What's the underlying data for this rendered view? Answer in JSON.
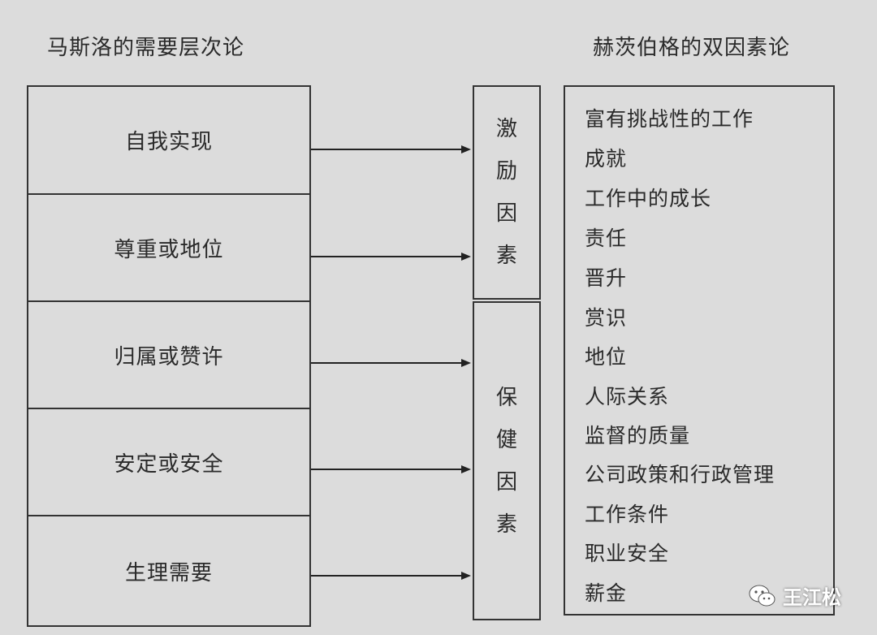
{
  "left_title": "马斯洛的需要层次论",
  "right_title": "赫茨伯格的双因素论",
  "maslow_levels": [
    "自我实现",
    "尊重或地位",
    "归属或赞许",
    "安定或安全",
    "生理需要"
  ],
  "motivator_label": [
    "激",
    "励",
    "因",
    "素"
  ],
  "hygiene_label": [
    "保",
    "健",
    "因",
    "素"
  ],
  "herzberg_factors": [
    "富有挑战性的工作",
    "成就",
    "工作中的成长",
    "责任",
    "晋升",
    "赏识",
    "地位",
    "人际关系",
    "监督的质量",
    "公司政策和行政管理",
    "工作条件",
    "职业安全",
    "薪金"
  ],
  "watermark": {
    "text": "王江松",
    "icon": "wechat-icon"
  }
}
